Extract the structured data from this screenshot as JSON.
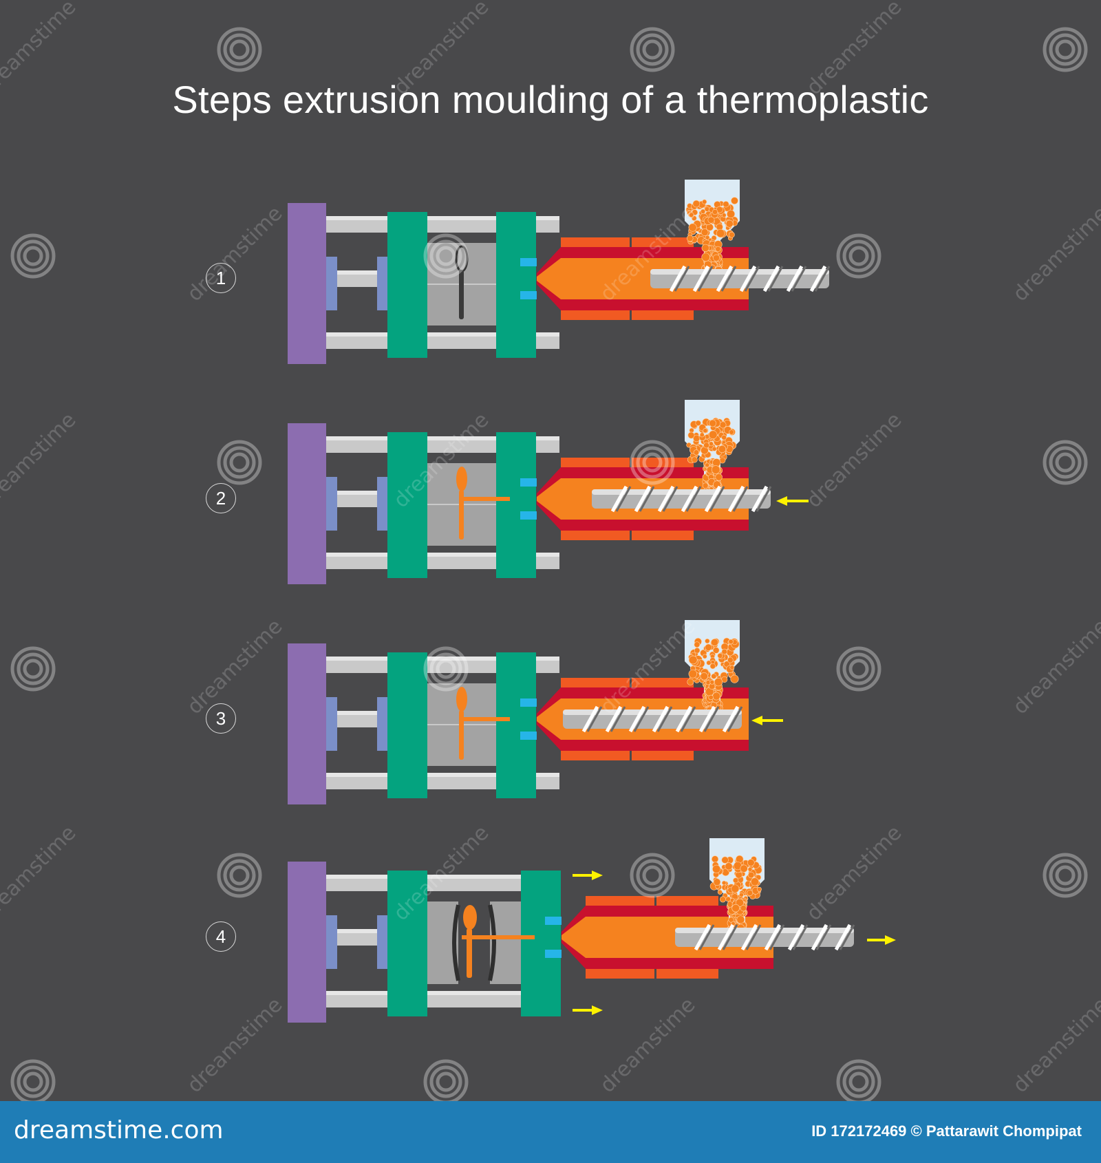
{
  "title": "Steps extrusion moulding of a thermoplastic",
  "steps": [
    {
      "label": "1",
      "mould": "closed-empty",
      "screw": "rotating",
      "arrows": []
    },
    {
      "label": "2",
      "mould": "filling",
      "screw": "injecting",
      "arrows": [
        "left"
      ]
    },
    {
      "label": "3",
      "mould": "filled",
      "screw": "holding",
      "arrows": [
        "left"
      ]
    },
    {
      "label": "4",
      "mould": "open-ejecting",
      "screw": "retracting",
      "arrows": [
        "right",
        "right",
        "right"
      ]
    }
  ],
  "colors": {
    "background": "#49494b",
    "platen": "#8c6db0",
    "mould_plate": "#04a37f",
    "tie_bar": "#c9c9c9",
    "mould_cavity": "#a3a3a3",
    "barrel": "#c8102e",
    "heater_band": "#f15a22",
    "melt": "#f5821f",
    "nozzle_tip": "#26b5e8",
    "screw": "#b3b3b3",
    "hopper": "#dcebf5",
    "pellets": "#f5821f",
    "arrow": "#fff200",
    "footer": "#1f7db6"
  },
  "watermark": {
    "text": "dreamstime",
    "icon": "spiral-icon"
  },
  "footer": {
    "site": "dreamstime.com",
    "credit": "ID 172172469 © Pattarawit Chompipat"
  }
}
